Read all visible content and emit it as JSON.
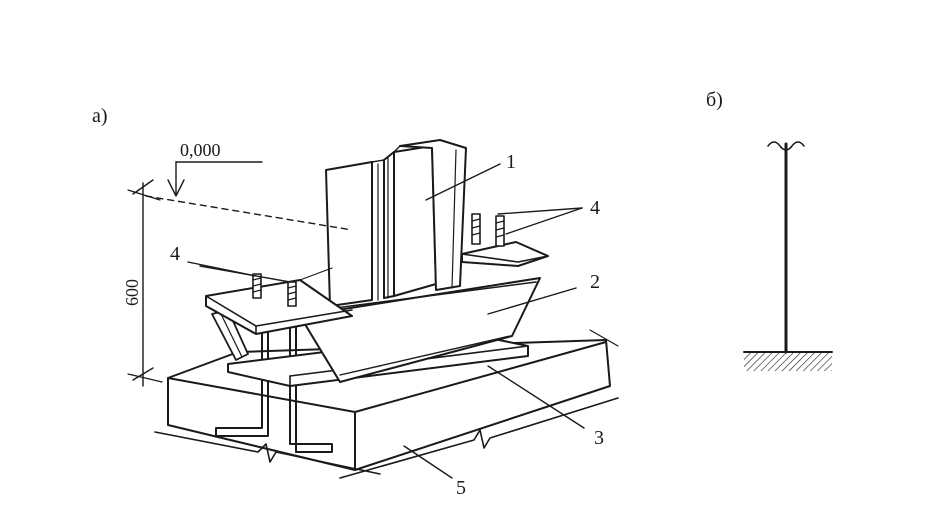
{
  "panel_a": {
    "label": "а)",
    "elevation": "0,000",
    "dimension": "600",
    "callouts": {
      "c1": "1",
      "c2": "2",
      "c3": "3",
      "c4a": "4",
      "c4b": "4",
      "c5": "5"
    }
  },
  "panel_b": {
    "label": "б)"
  }
}
